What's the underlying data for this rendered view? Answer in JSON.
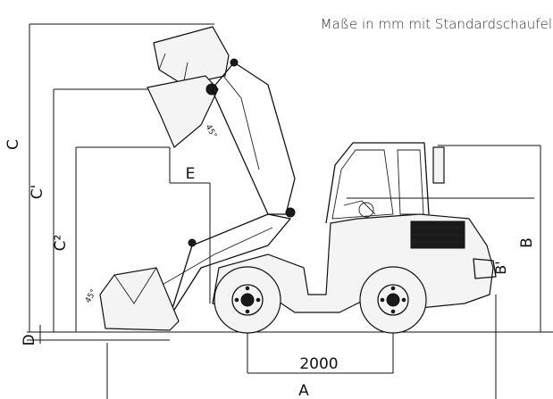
{
  "caption": "Maße in mm mit Standardschaufel",
  "dimensions": {
    "C": "C",
    "C1": "C'",
    "C2": "C²",
    "D": "D",
    "E": "E",
    "A": "A",
    "B": "B",
    "B1": "B'",
    "wheelbase": "2000"
  },
  "angles": {
    "raised": "45°",
    "lowered": "45°"
  }
}
